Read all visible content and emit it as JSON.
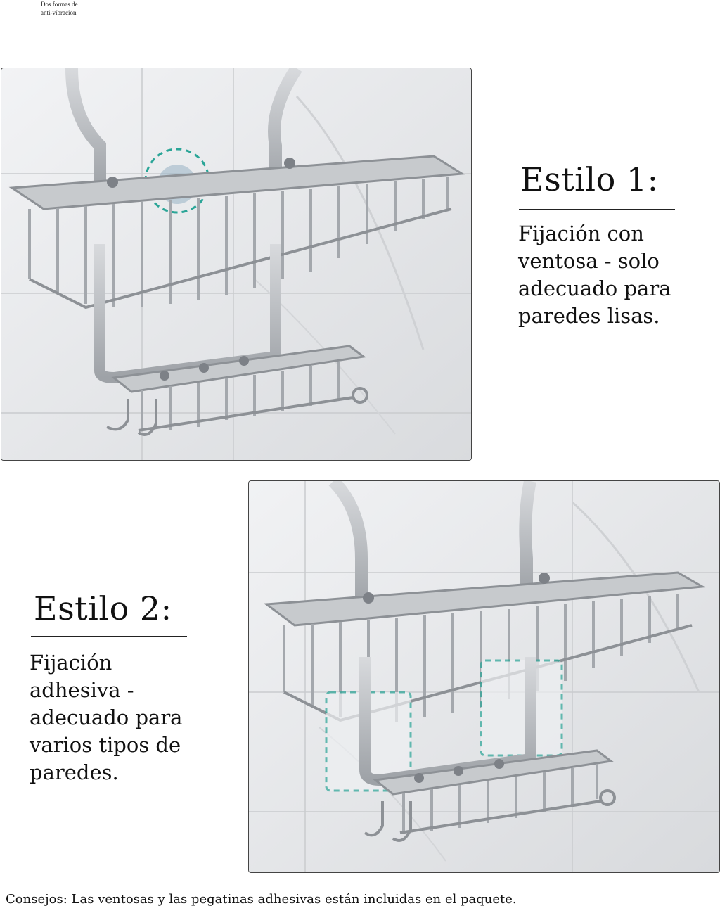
{
  "top_note": {
    "line1": "Dos formas de",
    "line2": "anti-vibración"
  },
  "style1": {
    "title": "Estilo 1:",
    "lines": [
      "Fijación con",
      "ventosa - solo",
      "adecuado para",
      "paredes lisas."
    ]
  },
  "style2": {
    "title": "Estilo 2:",
    "lines": [
      "Fijación",
      "adhesiva -",
      "adecuado para",
      "varios tipos de",
      "paredes."
    ]
  },
  "tips": "Consejos: Las ventosas y las pegatinas adhesivas están incluidas en el paquete.",
  "colors": {
    "metal": "#b9bcc0",
    "marble": "#e9eaec",
    "dashed_teal": "#2aa597",
    "text": "#111111"
  }
}
